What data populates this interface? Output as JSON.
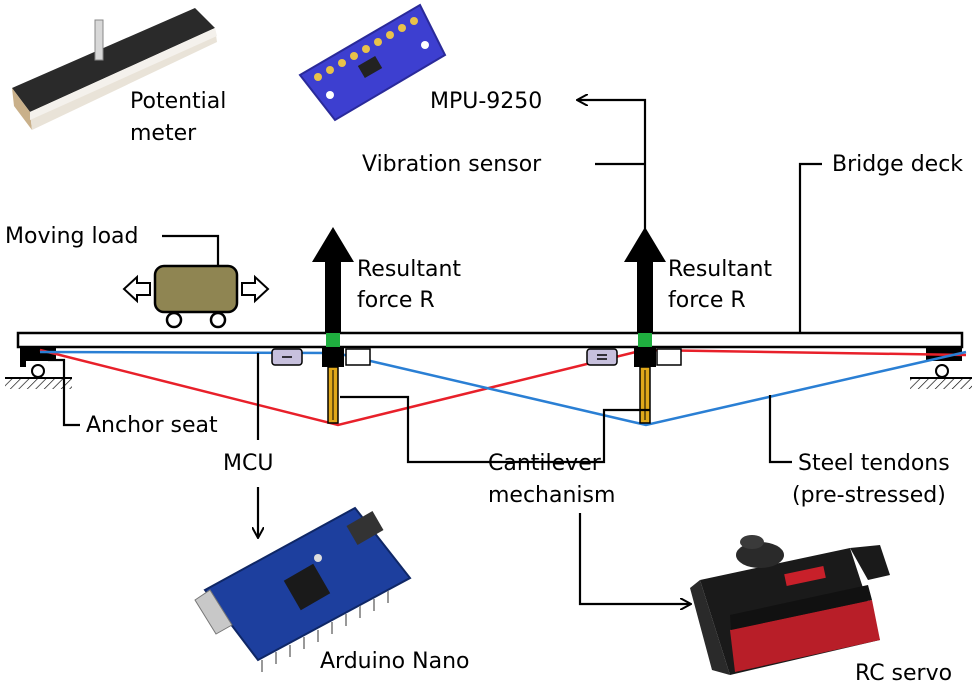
{
  "labels": {
    "potential_meter_1": "Potential",
    "potential_meter_2": "meter",
    "mpu": "MPU-9250",
    "vibration_sensor": "Vibration sensor",
    "bridge_deck": "Bridge deck",
    "moving_load": "Moving load",
    "resultant_left_1": "Resultant",
    "resultant_left_2": "force R",
    "resultant_right_1": "Resultant",
    "resultant_right_2": "force R",
    "anchor_seat": "Anchor seat",
    "mcu": "MCU",
    "cantilever_1": "Cantilever",
    "cantilever_2": "mechanism",
    "steel_tendons_1": "Steel tendons",
    "steel_tendons_2": "(pre-stressed)",
    "arduino_nano": "Arduino Nano",
    "rc_servo": "RC servo"
  },
  "colors": {
    "tendon_red": "#e8202a",
    "tendon_blue": "#2a7fd4",
    "force_arrow": "#000000",
    "cantilever": "#e0a81a",
    "sensor_node": "#1fae3f",
    "load_body": "#8f8552",
    "arduino_board": "#1d3f9e",
    "mpu_board": "#3d3fd0",
    "servo_accent": "#c8202a"
  }
}
